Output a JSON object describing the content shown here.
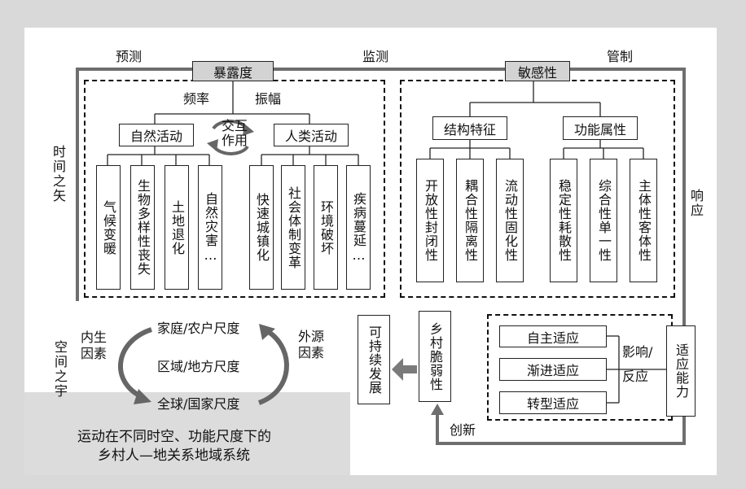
{
  "top": {
    "forecast": "预测",
    "monitor": "监测",
    "control": "管制"
  },
  "exposure": {
    "title": "暴露度",
    "frequency": "频率",
    "amplitude": "振幅",
    "natural": "自然活动",
    "interaction": "交互\n作用",
    "human": "人类活动",
    "leaves": [
      "气候变暖",
      "生物多样性丧失",
      "土地退化",
      "自然灾害…",
      "快速城镇化",
      "社会体制变革",
      "环境破坏",
      "疾病蔓延…"
    ]
  },
  "sensitivity": {
    "title": "敏感性",
    "structure": "结构特征",
    "function": "功能属性",
    "leaves": [
      "开放性封闭性",
      "耦合性隔离性",
      "流动性固化性",
      "稳定性耗散性",
      "综合性单一性",
      "主体性客体性"
    ]
  },
  "side": {
    "time": "时间之矢",
    "response": "响应",
    "space": "空间之宇"
  },
  "scales": {
    "household": "家庭/农户尺度",
    "region": "区域/地方尺度",
    "global": "全球/国家尺度",
    "endogenous": "内生\n因素",
    "exogenous": "外源\n因素"
  },
  "caption": {
    "line1": "运动在不同时空、功能尺度下的",
    "line2": "乡村人—地关系地域系统"
  },
  "adaptation": {
    "autonomous": "自主适应",
    "incremental": "渐进适应",
    "transformational": "转型适应",
    "influence": "影响/\n反应",
    "capacity": "适应能力",
    "vulnerability": "乡村脆弱性",
    "sustainable": "可持续发展",
    "innovation": "创新"
  },
  "colors": {
    "background": "#d9d9d9",
    "grey_box": "#d3d3d3",
    "arrow_grey": "#707070"
  }
}
